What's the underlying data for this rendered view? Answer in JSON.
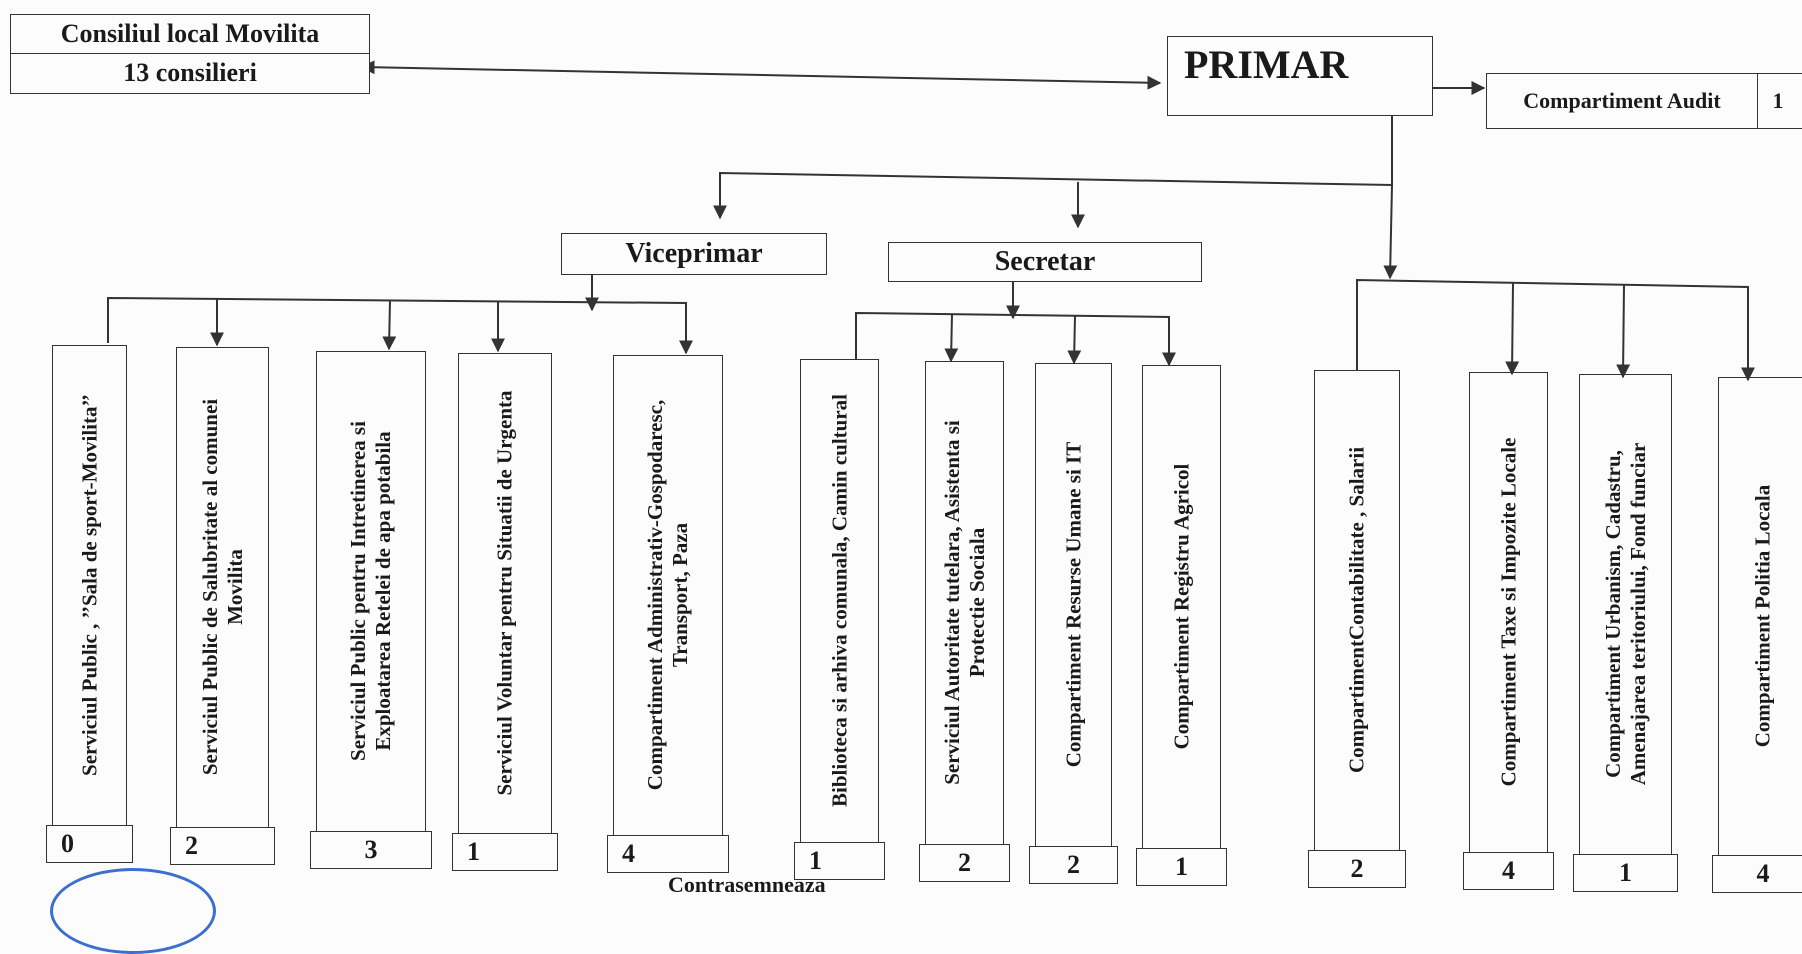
{
  "council": {
    "name": "Consiliul local Movilita",
    "members": "13 consilieri"
  },
  "mayor": {
    "title": "PRIMAR"
  },
  "audit": {
    "label": "Compartiment Audit",
    "count": "1"
  },
  "vice_mayor": {
    "title": "Viceprimar"
  },
  "secretary": {
    "title": "Secretar"
  },
  "departments": [
    {
      "label": "Serviciul Public , ’’Sala de sport-Movilita’’",
      "count": "0"
    },
    {
      "label": "Serviciul Public de Salubritate al comunei Movilita",
      "count": "2"
    },
    {
      "label": "Serviciul Public pentru Intretinerea si Exploatarea  Retelei de apa potabila",
      "count": "3"
    },
    {
      "label": "Serviciul Voluntar pentru Situatii de Urgenta",
      "count": "1"
    },
    {
      "label": "Compartiment Administrativ-Gospodaresc, Transport, Paza",
      "count": "4"
    },
    {
      "label": "Biblioteca si arhiva comunala, Camin cultural",
      "count": "1"
    },
    {
      "label": "Serviciul Autoritate tutelara, Asistenta si Protectie Sociala",
      "count": "2"
    },
    {
      "label": "Compartiment Resurse Umane si  IT",
      "count": "2"
    },
    {
      "label": "Compartiment Registru Agricol",
      "count": "1"
    },
    {
      "label": "CompartimentContabilitate , Salarii",
      "count": "2"
    },
    {
      "label": "Compartiment Taxe  si Impozite Locale",
      "count": "4"
    },
    {
      "label": "Compartiment Urbanism, Cadastru, Amenajarea teritoriului, Fond funciar",
      "count": "1"
    },
    {
      "label": "Compartiment Politia Locala",
      "count": "4"
    }
  ],
  "footer": {
    "text": "Contrasemneaza"
  },
  "colors": {
    "line": "#333333",
    "stamp": "#3a6fd1"
  }
}
